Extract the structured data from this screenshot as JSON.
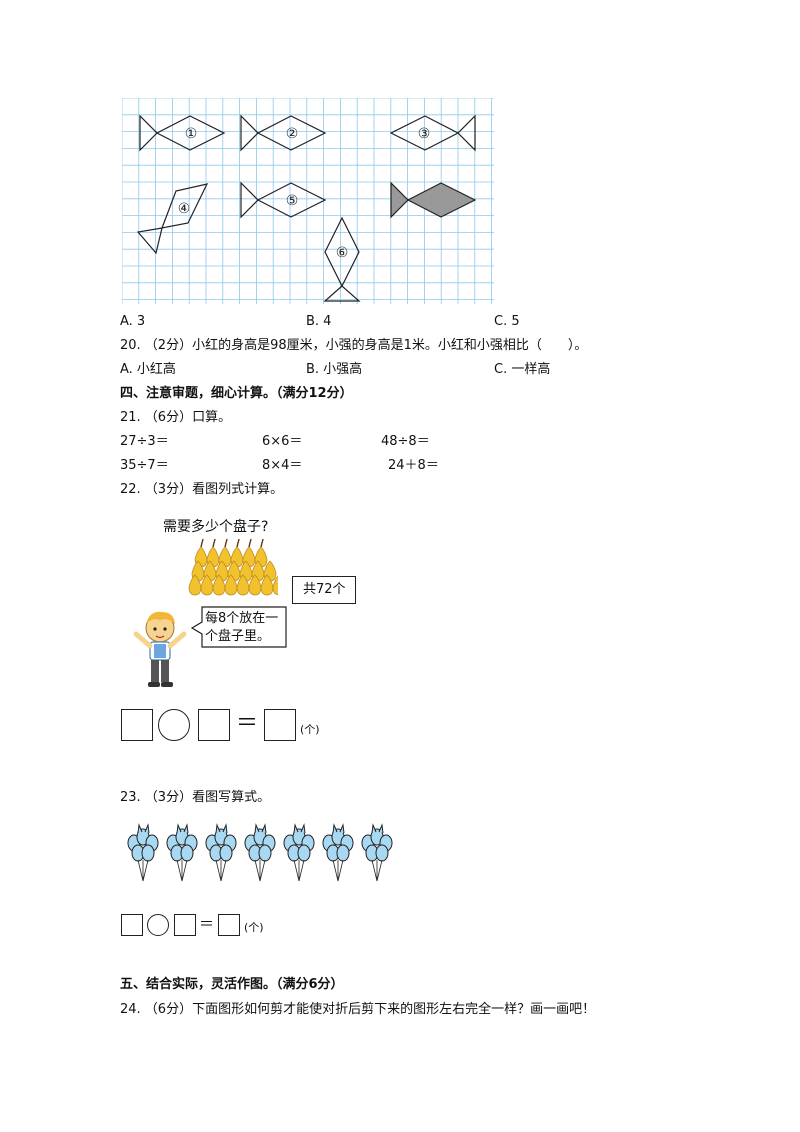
{
  "q19": {
    "labels": [
      "①",
      "②",
      "③",
      "④",
      "⑤",
      "⑥"
    ],
    "options": [
      "A. 3",
      "B. 4",
      "C. 5"
    ]
  },
  "q20": {
    "stem": "20. （2分）小红的身高是98厘米，小强的身高是1米。小红和小强相比（　　）。",
    "options": [
      "A. 小红高",
      "B. 小强高",
      "C. 一样高"
    ]
  },
  "section4": {
    "title": "四、注意审题，细心计算。（满分12分）"
  },
  "q21": {
    "stem": "21. （6分）口算。",
    "items": [
      "27÷3＝",
      "6×6＝",
      "48÷8＝",
      "35÷7＝",
      "8×4＝",
      "24＋8＝"
    ]
  },
  "q22": {
    "stem": "22. （3分）看图列式计算。",
    "question_caption": "需要多少个盘子?",
    "total_caption": "共72个",
    "speech": [
      "每8个放在一",
      "个盘子里。"
    ],
    "eq_sign": "＝",
    "unit": "(个)"
  },
  "q23": {
    "stem": "23. （3分）看图写算式。",
    "eq_sign": "＝",
    "unit": "(个)"
  },
  "section5": {
    "title": "五、结合实际，灵活作图。（满分6分）"
  },
  "q24": {
    "stem": "24. （6分）下面图形如何剪才能使对折后剪下来的图形左右完全一样？画一画吧！"
  },
  "colors": {
    "grid_line": "#8ec9ea",
    "pear": "#f2c12e",
    "balloon": "#a9d8f2",
    "shaded_fish": "#999999"
  }
}
